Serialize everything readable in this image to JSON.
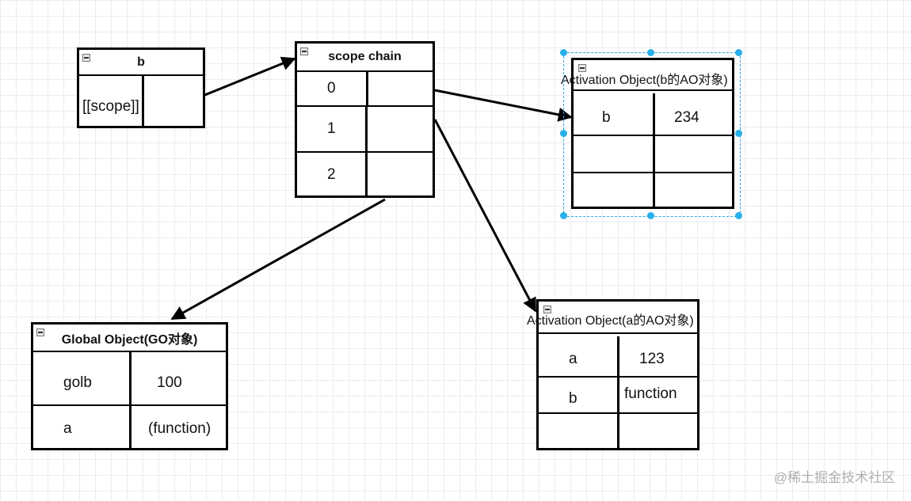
{
  "nodes": {
    "b": {
      "title": "b",
      "rows": [
        {
          "key": "[[scope]]",
          "value": ""
        }
      ]
    },
    "scope_chain": {
      "title": "scope chain",
      "rows": [
        {
          "key": "0",
          "value": ""
        },
        {
          "key": "1",
          "value": ""
        },
        {
          "key": "2",
          "value": ""
        }
      ]
    },
    "b_ao": {
      "title": "Activation Object(b的AO对象)",
      "rows": [
        {
          "key": "b",
          "value": "234"
        },
        {
          "key": "",
          "value": ""
        },
        {
          "key": "",
          "value": ""
        }
      ]
    },
    "global_object": {
      "title": "Global Object(GO对象)",
      "rows": [
        {
          "key": "golb",
          "value": "100"
        },
        {
          "key": "a",
          "value": "(function)"
        }
      ]
    },
    "a_ao": {
      "title": "Activation Object(a的AO对象)",
      "rows": [
        {
          "key": "a",
          "value": "123"
        },
        {
          "key": "b",
          "value": "function"
        },
        {
          "key": "",
          "value": ""
        }
      ]
    }
  },
  "edges": [
    {
      "from": "b.[[scope]]",
      "to": "scope_chain"
    },
    {
      "from": "scope_chain.0",
      "to": "b_ao"
    },
    {
      "from": "scope_chain.1",
      "to": "a_ao"
    },
    {
      "from": "scope_chain.2",
      "to": "global_object"
    }
  ],
  "colors": {
    "grid": "#ececec",
    "selection": "#29b0ea",
    "watermark": "#b0b0b0"
  },
  "watermark": "@稀土掘金技术社区"
}
